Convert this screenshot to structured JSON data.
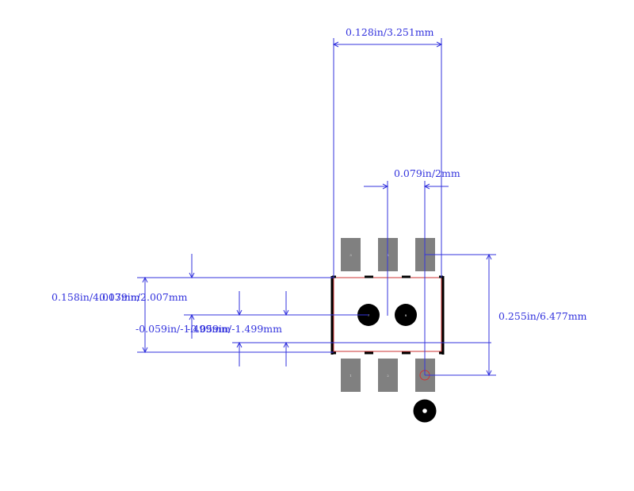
{
  "colors": {
    "dimension": "#3333dd",
    "pad": "#808080",
    "body_outline": "#000000",
    "courtyard": "#cc3333",
    "hole": "#000000",
    "pad_text": "#dddddd"
  },
  "dimensions": {
    "total_width": "0.128in/3.251mm",
    "pitch": "0.079in/2mm",
    "total_height": "0.255in/6.477mm",
    "left_body": "0.158in/4.013mm",
    "left_pads": "0.079in/2.007mm",
    "left_hole_a": "-0.059in/-1.499mm",
    "left_hole_b": "-0.059in/-1.499mm"
  },
  "pads": {
    "top_left": "3",
    "top_middle": "4",
    "bottom_left": "1",
    "bottom_middle": "2"
  },
  "holes": {
    "left": "7",
    "right": "8"
  }
}
